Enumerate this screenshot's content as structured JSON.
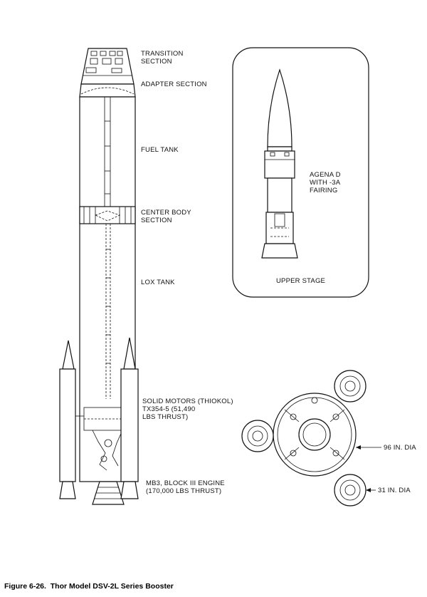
{
  "labels": {
    "transition_1": "TRANSITION",
    "transition_2": "SECTION",
    "adapter": "ADAPTER SECTION",
    "fuel_tank": "FUEL TANK",
    "center_body_1": "CENTER BODY",
    "center_body_2": "SECTION",
    "lox_tank": "LOX TANK",
    "solid_1": "SOLID MOTORS (THIOKOL)",
    "solid_2": "TX354-5 (51,490",
    "solid_3": "LBS THRUST)",
    "engine_1": "MB3, BLOCK III ENGINE",
    "engine_2": "(170,000 LBS THRUST)",
    "agena_1": "AGENA D",
    "agena_2": "WITH -3A",
    "agena_3": "FAIRING",
    "upper_stage": "UPPER STAGE",
    "dia_96": "96 IN. DIA",
    "dia_31": "31 IN. DIA"
  },
  "caption": "Figure 6-26.  Thor Model DSV-2L Series Booster"
}
